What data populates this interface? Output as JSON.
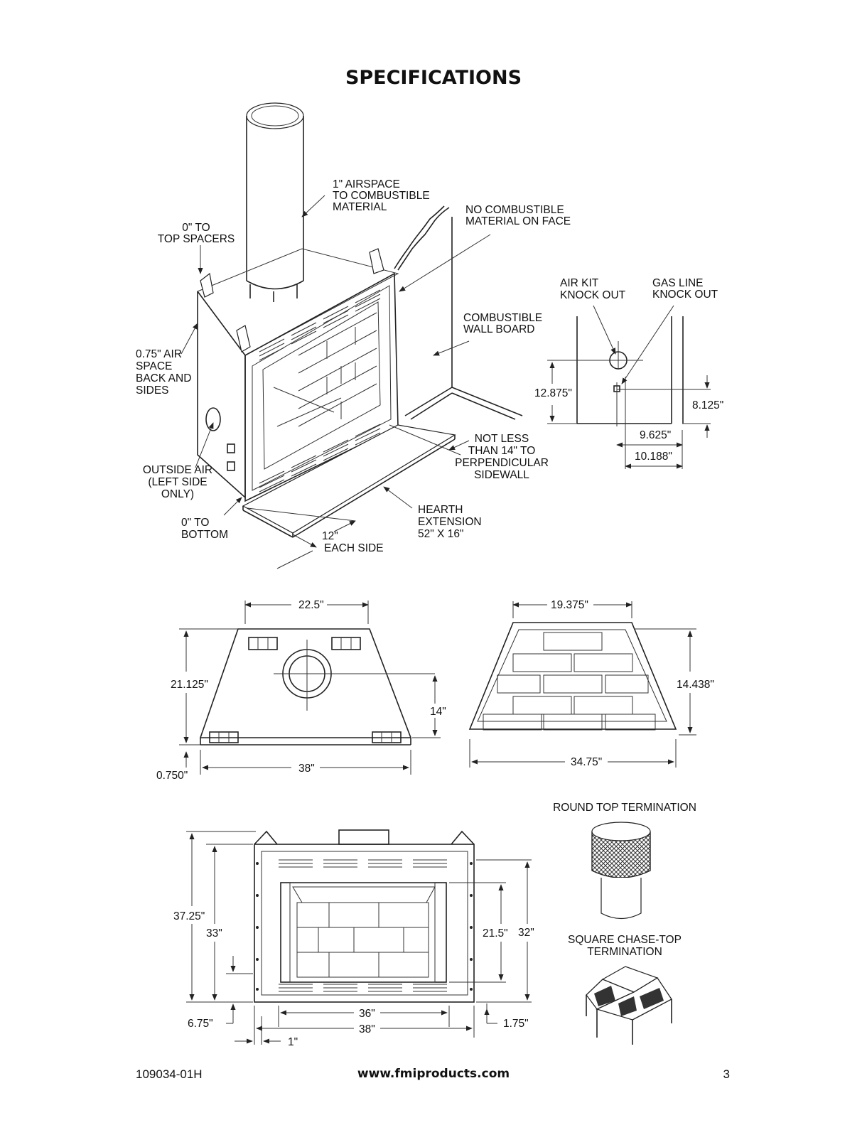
{
  "title": "SPECIFICATIONS",
  "isometric_labels": {
    "airspace": [
      "1\" AIRSPACE",
      "TO COMBUSTIBLE",
      "MATERIAL"
    ],
    "top_spacers": [
      "0\" TO",
      "TOP SPACERS"
    ],
    "no_combustible": [
      "NO COMBUSTIBLE",
      "MATERIAL ON FACE"
    ],
    "wall_board": [
      "COMBUSTIBLE",
      "WALL BOARD"
    ],
    "air_space_back": [
      "0.75\" AIR",
      "SPACE",
      "BACK AND",
      "SIDES"
    ],
    "outside_air": [
      "OUTSIDE AIR",
      "(LEFT SIDE",
      "ONLY)"
    ],
    "bottom": [
      "0\" TO",
      "BOTTOM"
    ],
    "not_less": [
      "NOT LESS",
      "THAN 14\" TO",
      "PERPENDICULAR",
      "SIDEWALL"
    ],
    "hearth": [
      "HEARTH",
      "EXTENSION",
      "52\" X 16\""
    ],
    "each_side": [
      "12\"",
      "EACH SIDE"
    ]
  },
  "knockout_view": {
    "air_kit": [
      "AIR KIT",
      "KNOCK OUT"
    ],
    "gas_line": [
      "GAS LINE",
      "KNOCK OUT"
    ],
    "dim_left": "12.875\"",
    "dim_right": "8.125\"",
    "dim_a": "9.625\"",
    "dim_b": "10.188\""
  },
  "top_view": {
    "width_top": "22.5\"",
    "depth": "21.125\"",
    "center": "14\"",
    "offset": "0.750\"",
    "width_bottom": "38\""
  },
  "firebox_top_view": {
    "width_back": "19.375\"",
    "depth": "14.438\"",
    "width_front": "34.75\""
  },
  "front_view": {
    "h_total": "37.25\"",
    "h_body": "33\"",
    "h_base": "6.75\"",
    "h_opening": "21.5\"",
    "h_face": "32\"",
    "w_opening": "36\"",
    "w_body": "38\"",
    "w_edge": "1\"",
    "w_side": "1.75\""
  },
  "terminations": {
    "round": "ROUND TOP TERMINATION",
    "square": [
      "SQUARE CHASE-TOP",
      "TERMINATION"
    ]
  },
  "footer": {
    "doc_number": "109034-01H",
    "website": "www.fmiproducts.com",
    "page": "3"
  }
}
